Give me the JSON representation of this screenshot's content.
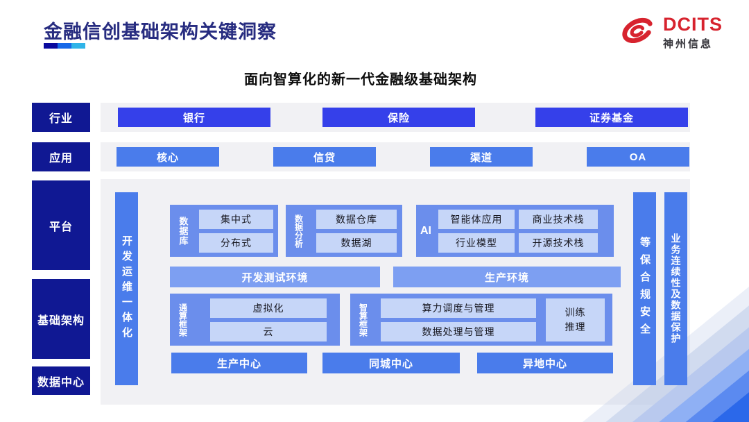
{
  "header": {
    "title": "金融信创基础架构关键洞察",
    "subtitle": "面向智算化的新一代金融级基础架构"
  },
  "logo": {
    "brand": "DCITS",
    "company": "神州信息"
  },
  "colors": {
    "title_navy": "#272c80",
    "layer_navy": "#101893",
    "strong_blue": "#3540ea",
    "medium_blue": "#4a7ceb",
    "section_blue": "#6b8eec",
    "env_blue": "#7d9ff2",
    "inner_blue": "#c6d6f8",
    "brand_red": "#d7232e",
    "underline": [
      "#0a0a9e",
      "#1668e8",
      "#2fb4e8"
    ]
  },
  "layers": {
    "industry": {
      "label": "行业",
      "items": [
        "银行",
        "保险",
        "证券基金"
      ]
    },
    "application": {
      "label": "应用",
      "items": [
        "核心",
        "信贷",
        "渠道",
        "OA"
      ]
    },
    "platform": {
      "label": "平台"
    },
    "infrastructure": {
      "label": "基础架构"
    },
    "datacenter": {
      "label": "数据中心"
    }
  },
  "panel": {
    "devops_bar": "开发运维一体化",
    "database": {
      "label": "数据库",
      "items": [
        "集中式",
        "分布式"
      ]
    },
    "analytics": {
      "label": "数据分析",
      "items": [
        "数据仓库",
        "数据湖"
      ]
    },
    "ai": {
      "label": "AI",
      "col1": [
        "智能体应用",
        "行业模型"
      ],
      "col2": [
        "商业技术栈",
        "开源技术栈"
      ]
    },
    "environments": [
      "开发测试环境",
      "生产环境"
    ],
    "general_frame": {
      "label": "通算框架",
      "items": [
        "虚拟化",
        "云"
      ]
    },
    "intelligent_frame": {
      "label": "智算框架",
      "items": [
        "算力调度与管理",
        "数据处理与管理"
      ],
      "side": "训练\n推理"
    },
    "centers": [
      "生产中心",
      "同城中心",
      "异地中心"
    ],
    "right_bars": [
      "等保合规安全",
      "业务连续性及数据保护"
    ]
  }
}
